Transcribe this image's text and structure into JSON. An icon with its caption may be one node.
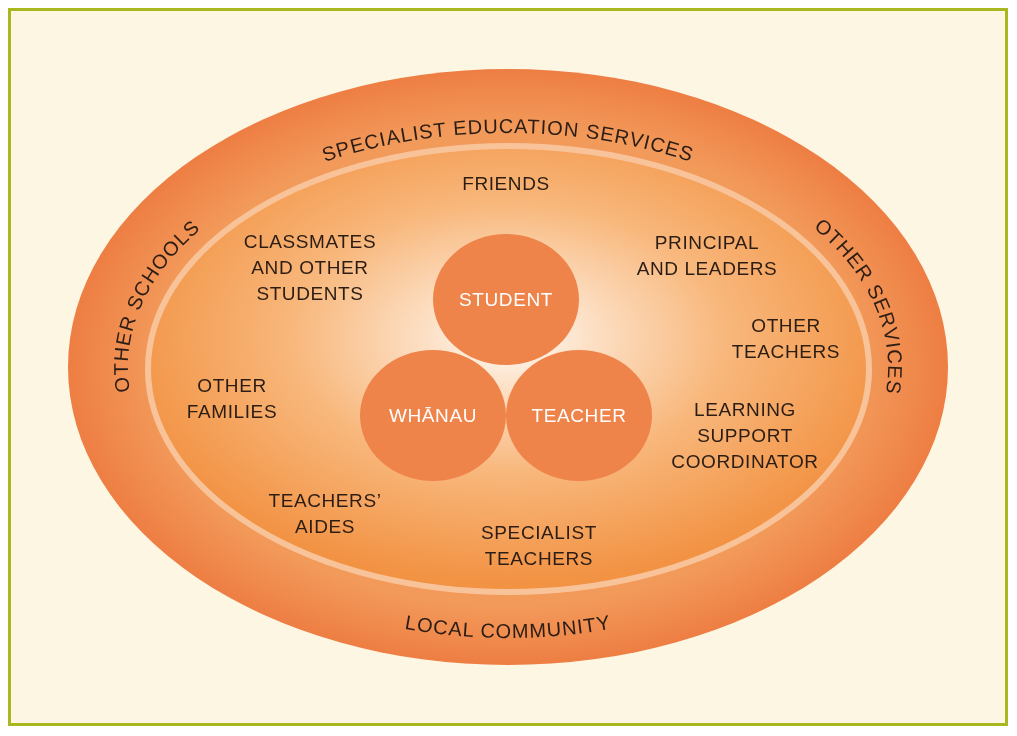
{
  "diagram": {
    "nodes": [
      {
        "text": [
          "SPECIALIST EDUCATION SERVICES",
          "OTHER SCHOOLS",
          "OTHER SERVICES",
          "LOCAL COMMUNITY"
        ]
      },
      {
        "text": [
          "FRIENDS",
          "CLASSMATES AND OTHER STUDENTS",
          "PRINCIPAL AND LEADERS",
          "OTHER TEACHERS",
          "OTHER FAMILIES",
          "LEARNING SUPPORT COORDINATOR",
          "TEACHERS’ AIDES",
          "SPECIALIST TEACHERS"
        ],
        "in": 0
      },
      {
        "text": [
          "STUDENT"
        ],
        "in": 1
      },
      {
        "text": [
          "WHĀNAU"
        ],
        "in": 1
      },
      {
        "text": [
          "TEACHER"
        ],
        "in": 1
      }
    ]
  }
}
